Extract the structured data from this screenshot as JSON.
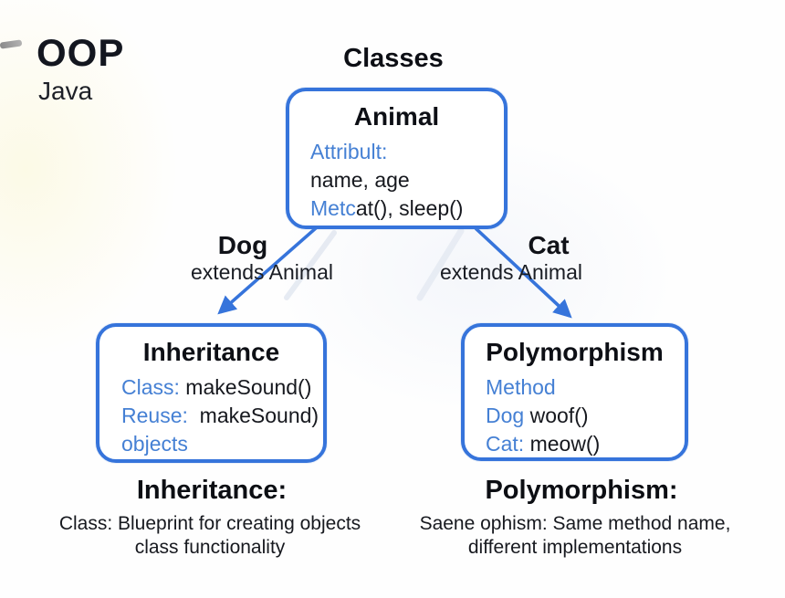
{
  "header": {
    "title": "OOP",
    "subtitle": "Java",
    "diagram_title": "Classes"
  },
  "colors": {
    "box_border_blue": "#3674db",
    "arrow_blue": "#3674db",
    "label_blue": "#4580d4",
    "text_dark": "#16181e"
  },
  "animal_box": {
    "title": "Animal",
    "lines": [
      {
        "blue": "Attribult:",
        "black": ""
      },
      {
        "blue": "",
        "black": "name, age"
      },
      {
        "blue": "Metc",
        "black": "at(), sleep()"
      }
    ]
  },
  "edges": {
    "left": {
      "name": "Dog",
      "sub": "extends Animal"
    },
    "right": {
      "name": "Cat",
      "sub": "extends Animal"
    }
  },
  "inheritance_box": {
    "title": "Inheritance",
    "lines": [
      {
        "blue": "Class:",
        "black": " makeSound()"
      },
      {
        "blue": "Reuse:",
        "black": "  makeSound)"
      },
      {
        "blue": "objects",
        "black": ""
      }
    ]
  },
  "polymorphism_box": {
    "title": "Polymorphism",
    "lines": [
      {
        "blue": "Method",
        "black": ""
      },
      {
        "blue": "Dog",
        "black": " woof()"
      },
      {
        "blue": "Cat:",
        "black": " meow()"
      }
    ]
  },
  "footer": {
    "left": {
      "heading": "Inheritance:",
      "lines": [
        "Class: Blueprint for creating objects",
        "class functionality"
      ]
    },
    "right": {
      "heading": "Polymorphism:",
      "lines": [
        "Saene ophism: Same method name,",
        "different implementations"
      ]
    }
  }
}
